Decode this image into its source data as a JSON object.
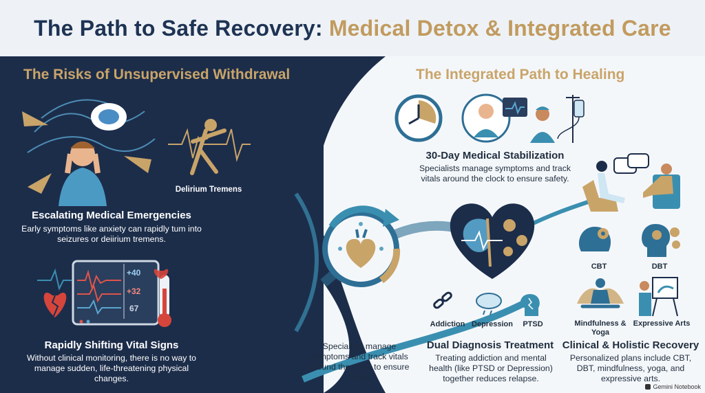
{
  "title": {
    "main": "The Path to Safe Recovery:",
    "accent": "Medical Detox & Integrated Care"
  },
  "left": {
    "heading": "The Risks of Unsupervised Withdrawal",
    "delirium_label": "Delirium Tremens",
    "emergencies": {
      "title": "Escalating Medical Emergencies",
      "body": "Early symptoms like anxiety can rapidly tum into seizures or deiirium tremens."
    },
    "monitor_values": [
      "+40",
      "+32",
      "67"
    ],
    "vitals": {
      "title": "Rapidly Shifting Vital Signs",
      "body": "Without clinical monitoring, there is no way to manage sudden, life-threatening physical changes."
    }
  },
  "center": {
    "caption": "Specialists manage symptoms and track vitals around the clock to ensure safety."
  },
  "right": {
    "heading": "The Integrated Path to Healing",
    "stabilization": {
      "title": "30-Day Medical Stabilization",
      "body": "Specialists manage symptoms and track vitals around the clock to ensure safety."
    },
    "dual": {
      "labels": [
        "Addiction",
        "Depression",
        "PTSD"
      ],
      "title": "Dual Diagnosis Treatment",
      "body": "Treating addiction and mental health (like PTSD or Depression) together reduces relapse."
    },
    "holistic": {
      "labels": [
        "CBT",
        "DBT",
        "Mindfulness & Yoga",
        "Expressive Arts"
      ],
      "title": "Clinical & Holistic Recovery",
      "body": "Personalized plans include CBT, DBT, mindfulness, yoga, and expressive arts."
    }
  },
  "footer": "Gemini Notebook",
  "colors": {
    "navy": "#1c2d4a",
    "gold": "#c9a469",
    "teal": "#3a8fb0",
    "title_navy": "#1e3354"
  }
}
